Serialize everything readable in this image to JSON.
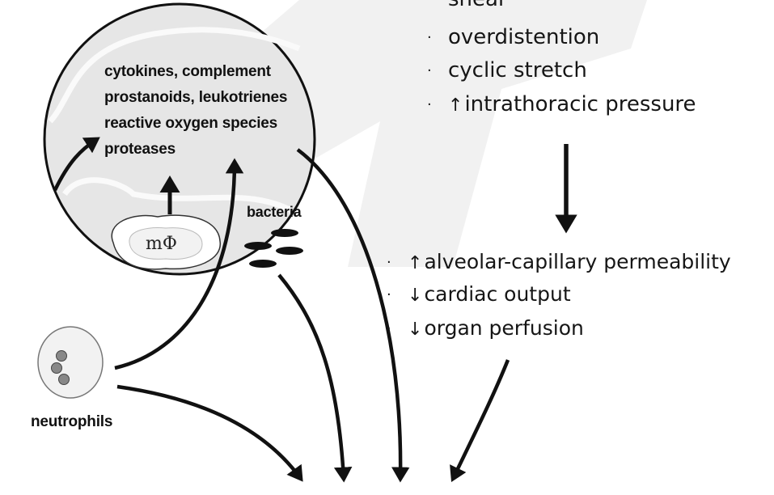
{
  "alveolus": {
    "mediators": [
      "cytokines, complement",
      "prostanoids, leukotrienes",
      "reactive oxygen species",
      "proteases"
    ],
    "macrophage_label": "mΦ",
    "bacteria_label": "bacteria"
  },
  "neutrophils_label": "neutrophils",
  "mechanical_factors": [
    {
      "prefix": "",
      "text": "shear"
    },
    {
      "prefix": "",
      "text": "overdistention"
    },
    {
      "prefix": "",
      "text": "cyclic stretch"
    },
    {
      "prefix": "↑",
      "text": "intrathoracic pressure"
    }
  ],
  "effects": [
    {
      "prefix": "↑",
      "text": "alveolar-capillary permeability"
    },
    {
      "prefix": "↓",
      "text": "cardiac output"
    },
    {
      "prefix": "↓",
      "text": "organ perfusion"
    }
  ],
  "bullet_symbol": "·",
  "colors": {
    "ink": "#111111",
    "watermark": "#eeeeee",
    "cell_fill": "#e4e4e4"
  }
}
